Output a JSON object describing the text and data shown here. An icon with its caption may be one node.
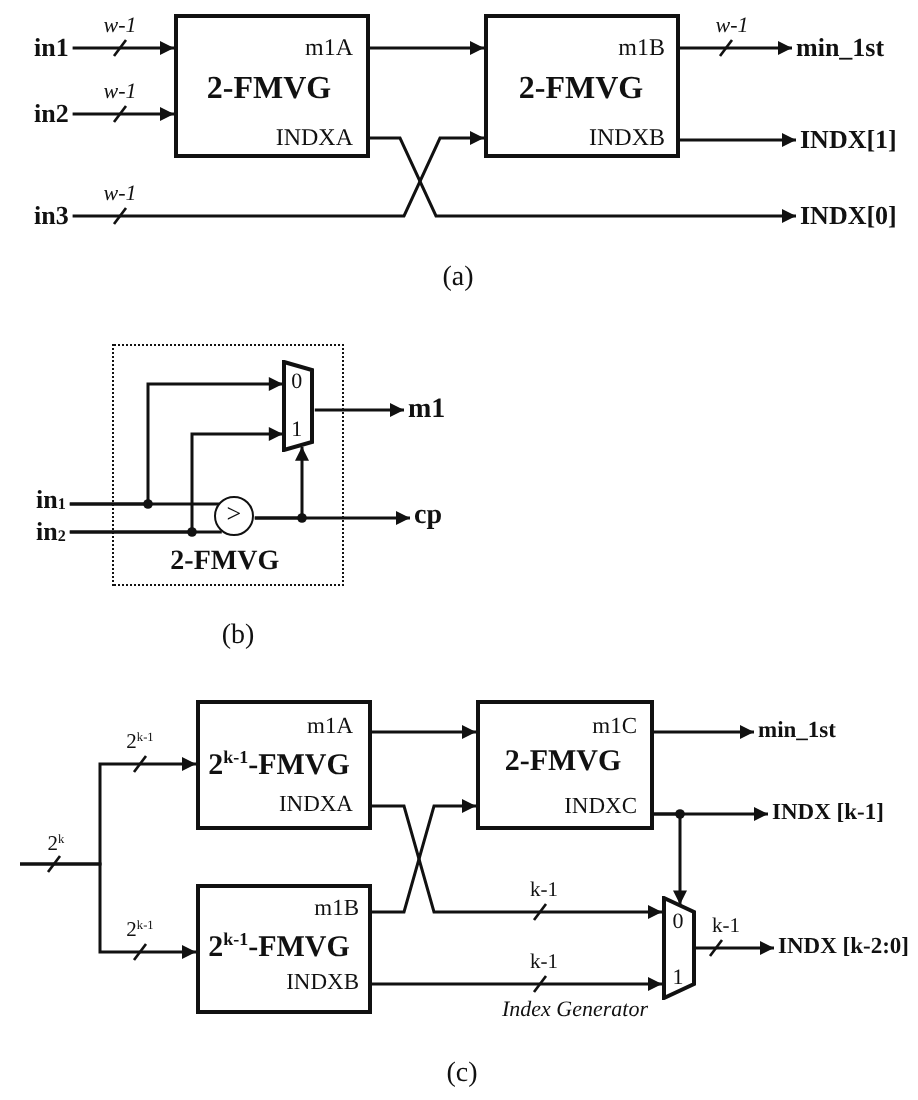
{
  "diagram": {
    "nodes": [
      {
        "text": [
          "in1"
        ]
      },
      {
        "text": [
          "in2"
        ]
      },
      {
        "text": [
          "in3"
        ]
      },
      {
        "text": [
          "m1A",
          "2-FMVG",
          "INDXA"
        ]
      },
      {
        "text": [
          "m1B",
          "2-FMVG",
          "INDXB"
        ]
      },
      {
        "text": [
          "min_1st"
        ]
      },
      {
        "text": [
          "INDX[1]"
        ]
      },
      {
        "text": [
          "INDX[0]"
        ]
      },
      {
        "text": [
          "2-FMVG"
        ]
      },
      {
        "text": [
          "0",
          "1"
        ],
        "in": 8
      },
      {
        "text": [
          ">"
        ],
        "in": 8
      },
      {
        "text": [
          "in$_{1}$"
        ]
      },
      {
        "text": [
          "in$_{2}$"
        ]
      },
      {
        "text": [
          "m1"
        ]
      },
      {
        "text": [
          "cp"
        ]
      },
      {
        "text": [
          "m1A",
          "2$^{k-1}$-FMVG",
          "INDXA"
        ]
      },
      {
        "text": [
          "m1C",
          "2-FMVG",
          "INDXC"
        ]
      },
      {
        "text": [
          "min_1st"
        ]
      },
      {
        "text": [
          "INDX [k-1]"
        ]
      },
      {
        "text": [
          "m1B",
          "2$^{k-1}$-FMVG",
          "INDXB"
        ]
      },
      {
        "text": [
          "0",
          "1"
        ],
        "beside": [
          "Index Generator"
        ]
      },
      {
        "text": [
          "INDX [k-2:0]"
        ]
      }
    ],
    "edges": [
      {
        "from": 0,
        "to": 3,
        "arrow": "to",
        "label": "w-1"
      },
      {
        "from": 1,
        "to": 3,
        "arrow": "to",
        "label": "w-1"
      },
      {
        "from": 2,
        "to": 4,
        "arrow": "to",
        "label": "w-1"
      },
      {
        "from": 3,
        "to": 4,
        "arrow": "to"
      },
      {
        "from": 3,
        "to": 7,
        "arrow": "to"
      },
      {
        "from": 4,
        "to": 5,
        "arrow": "to",
        "label": "w-1"
      },
      {
        "from": 4,
        "to": 6,
        "arrow": "to"
      },
      {
        "from": 11,
        "to": 10,
        "arrow": "none"
      },
      {
        "from": 11,
        "to": 9,
        "arrow": "to"
      },
      {
        "from": 12,
        "to": 10,
        "arrow": "none"
      },
      {
        "from": 12,
        "to": 9,
        "arrow": "to"
      },
      {
        "from": 10,
        "to": 14,
        "arrow": "to"
      },
      {
        "from": 10,
        "to": 9,
        "arrow": "to"
      },
      {
        "from": 9,
        "to": 13,
        "arrow": "to"
      },
      {
        "from": null,
        "to": 15,
        "arrow": "to",
        "label": "2$^{k-1}$"
      },
      {
        "from": null,
        "to": 19,
        "arrow": "to",
        "label": "2$^{k-1}$"
      },
      {
        "from": 15,
        "to": 16,
        "arrow": "to"
      },
      {
        "from": 15,
        "to": 20,
        "arrow": "to",
        "label": "k-1"
      },
      {
        "from": 19,
        "to": 16,
        "arrow": "to"
      },
      {
        "from": 19,
        "to": 20,
        "arrow": "to",
        "label": "k-1"
      },
      {
        "from": 16,
        "to": 17,
        "arrow": "to"
      },
      {
        "from": 16,
        "to": 18,
        "arrow": "to"
      },
      {
        "from": 16,
        "to": 20,
        "arrow": "to"
      },
      {
        "from": 20,
        "to": 21,
        "arrow": "to",
        "label": "k-1"
      }
    ],
    "labels": [
      "(a)",
      "(b)",
      "2$^{k}$",
      "(c)"
    ]
  }
}
